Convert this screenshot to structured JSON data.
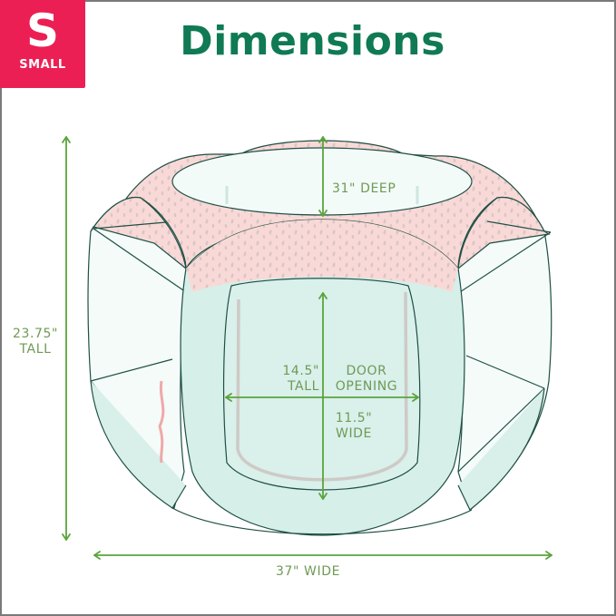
{
  "badge": {
    "letter": "S",
    "label": "SMALL",
    "color": "#ec1f55"
  },
  "title": {
    "text": "Dimensions",
    "color": "#0f7a54"
  },
  "colors": {
    "frame_border": "#7a7a7a",
    "arrow": "#5aa43c",
    "label_text": "#6f9a55",
    "outline": "#1f4f45",
    "mint_fill": "#d6efe9",
    "mint_light": "#ecf8f5",
    "pink_fill": "#f9d9d7",
    "dot": "#cdbfbd"
  },
  "product_illustration": {
    "subject": "hexagonal pop-up playpen with front door opening",
    "icon": "playpen-illustration"
  },
  "dimensions": {
    "height": {
      "value": "23.75\"",
      "label": "TALL"
    },
    "depth": {
      "value": "31\"",
      "label": "DEEP",
      "full": "31\" DEEP"
    },
    "width": {
      "value": "37\"",
      "label": "WIDE",
      "full": "37\" WIDE"
    },
    "door": {
      "title_line1": "DOOR",
      "title_line2": "OPENING",
      "height_value": "14.5\"",
      "height_label": "TALL",
      "width_value": "11.5\"",
      "width_label": "WIDE"
    }
  }
}
